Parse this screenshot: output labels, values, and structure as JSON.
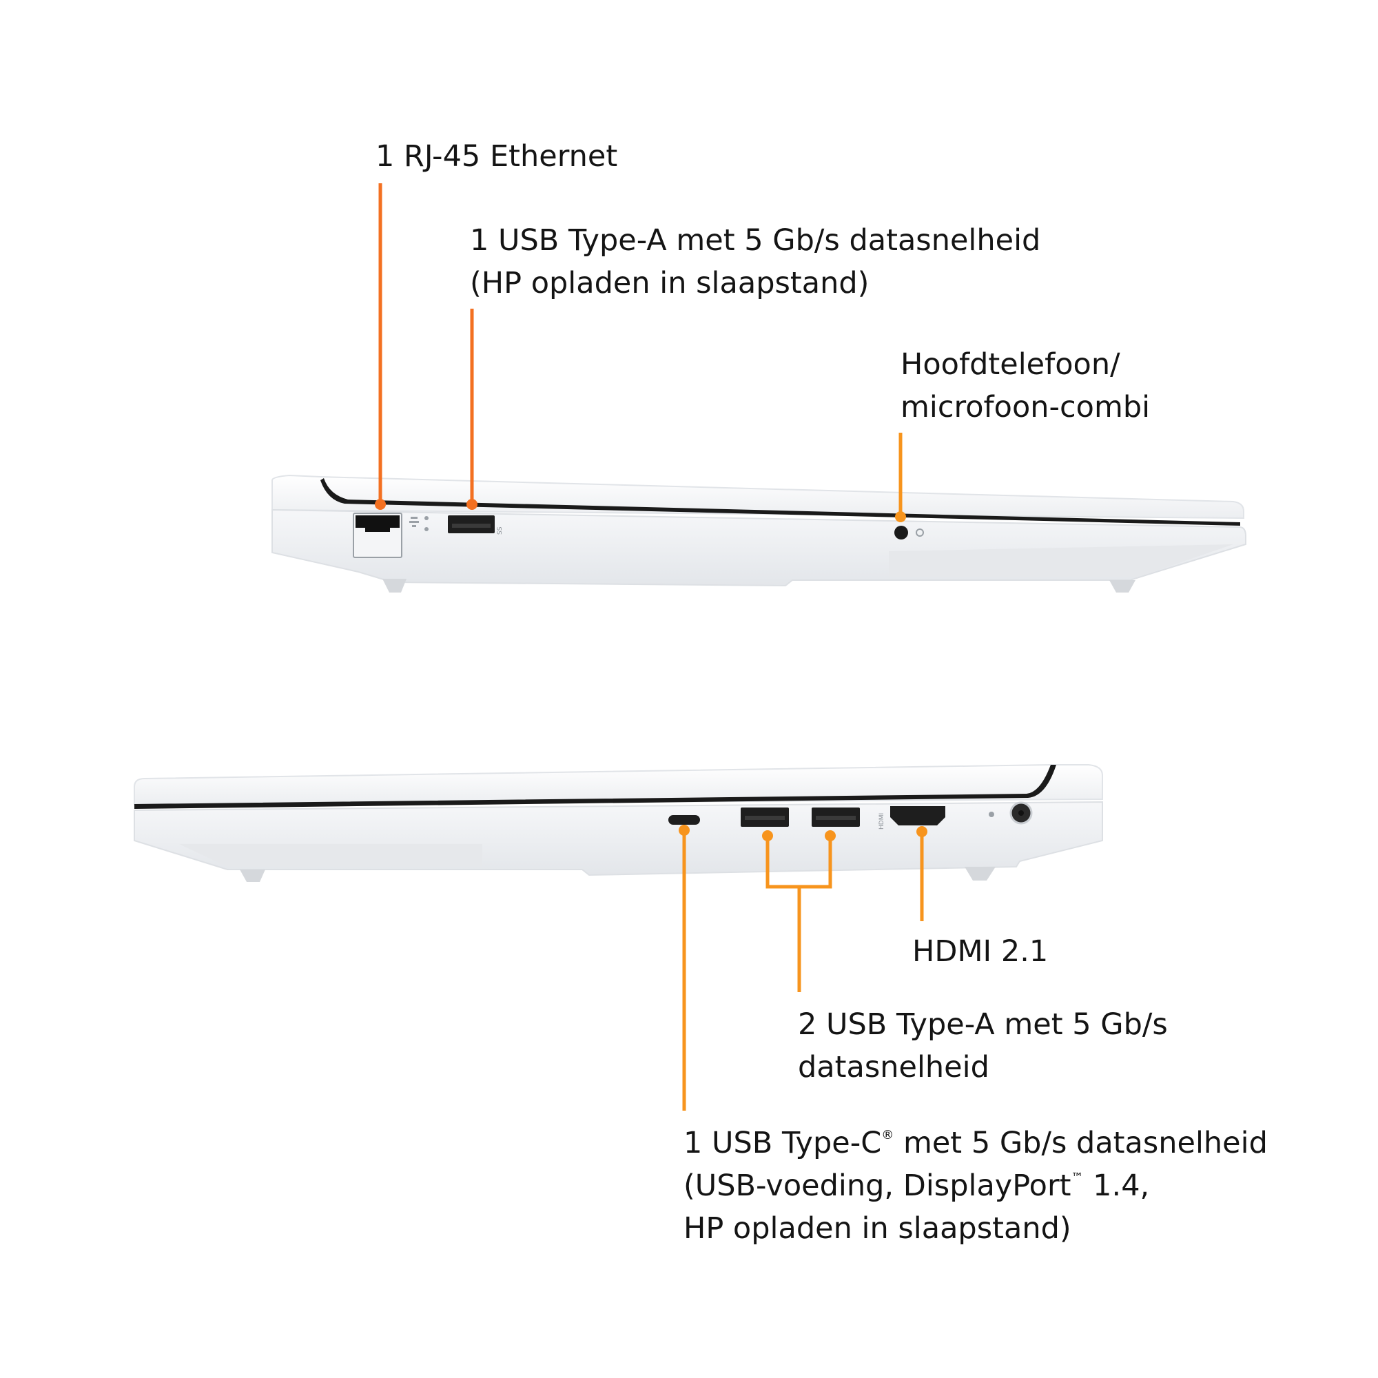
{
  "colors": {
    "callout_orange": "#F37021",
    "callout_amber": "#F7941D",
    "chassis": "#F4F5F7",
    "chassis_shadow": "#D9DCE0",
    "hinge_black": "#1A1A1A",
    "text": "#141414"
  },
  "views": {
    "left_side": {
      "ports": [
        {
          "id": "rj45",
          "label_lines": [
            "1 RJ-45 Ethernet"
          ]
        },
        {
          "id": "usba_top",
          "label_lines": [
            "1 USB Type-A met 5 Gb/s datasnelheid",
            "(HP opladen in slaapstand)"
          ]
        },
        {
          "id": "audio",
          "label_lines": [
            "Hoofdtelefoon/",
            "microfoon-combi"
          ]
        }
      ]
    },
    "right_side": {
      "ports": [
        {
          "id": "hdmi",
          "label_lines": [
            "HDMI 2.1"
          ]
        },
        {
          "id": "usba_bottom",
          "label_lines": [
            "2 USB Type-A met 5 Gb/s",
            "datasnelheid"
          ]
        },
        {
          "id": "usbc",
          "line1_pre": "1 USB Type-C",
          "line1_mark": "®",
          "line1_post": " met 5 Gb/s datasnelheid",
          "line2_pre": "(USB-voeding, DisplayPort",
          "line2_mark": "™",
          "line2_post": " 1.4,",
          "line3": "HP opladen in slaapstand)"
        }
      ]
    }
  },
  "port_markings": {
    "usb_ss": "SS",
    "hdmi": "HDMI"
  }
}
